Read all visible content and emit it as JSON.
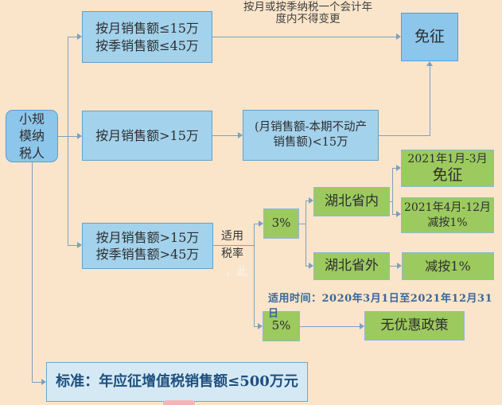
{
  "colors": {
    "background": "#fae5cb",
    "blue_fill": "#a3d2ec",
    "blue_border": "#64a0c8",
    "green_fill": "#9cca5e",
    "green_border": "#8fb8da",
    "light_fill": "#d5e9f5",
    "line": "#7da0be",
    "dark_text": "#2e2e2e",
    "navy_text": "#1e4f7e"
  },
  "nodes": {
    "root": {
      "lines": [
        "小规",
        "模纳",
        "税人"
      ]
    },
    "monthly_quarter_low": {
      "line1": "按月销售额≤15万",
      "line2": "按季销售额≤45万"
    },
    "monthly_high": {
      "label": "按月销售额>15万"
    },
    "monthly_quarter_high": {
      "line1": "按月销售额>15万",
      "line2": "按季销售额>45万"
    },
    "net_sales": {
      "line1": "(月销售额-本期不动产",
      "line2": "销售额)<15万"
    },
    "exempt": {
      "label": "免征"
    },
    "rate3": {
      "label": "3%"
    },
    "rate5": {
      "label": "5%"
    },
    "hubei_inside": {
      "label": "湖北省内"
    },
    "hubei_outside": {
      "label": "湖北省外"
    },
    "period_jan_mar": {
      "line1": "2021年1月-3月",
      "line2": "免征"
    },
    "period_apr_dec": {
      "line1": "2021年4月-12月",
      "line2": "减按1%"
    },
    "reduced_1pct": {
      "label": "减按1%"
    },
    "no_policy": {
      "label": "无优惠政策"
    },
    "standard": {
      "label": "标准：年应征增值税销售额≤500万元"
    }
  },
  "annotations": {
    "top_note_line1": "按月或按季纳税一个会计年",
    "top_note_line2": "度内不得变更",
    "rate_label_line1": "适用",
    "rate_label_line2": "税率",
    "period_note": "适用时间：2020年3月1日至2021年12月31日",
    "watermark": "，此"
  }
}
